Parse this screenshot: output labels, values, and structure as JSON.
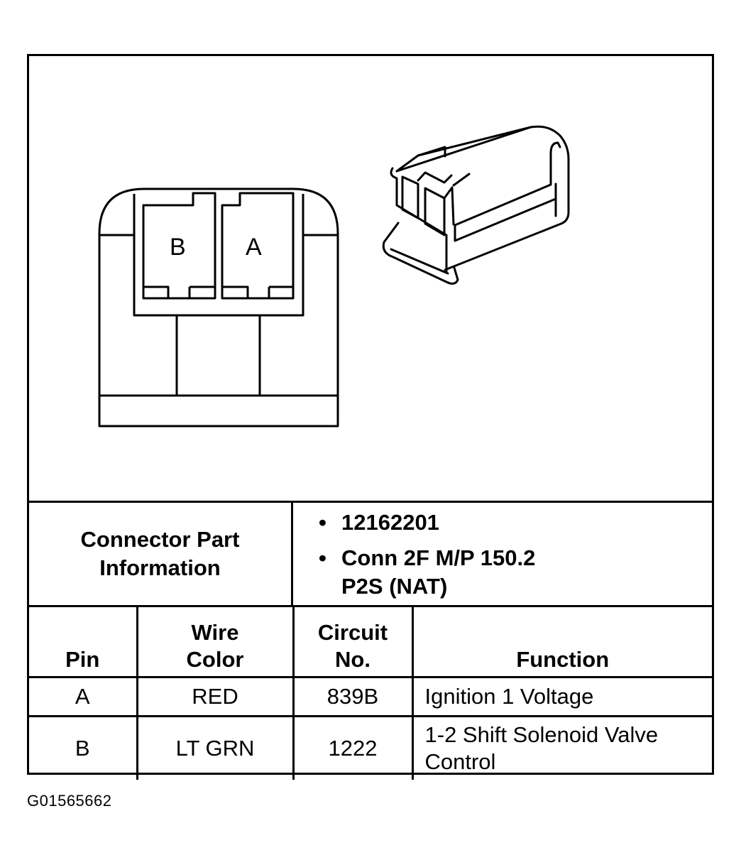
{
  "connector_face": {
    "cavity_left_label": "B",
    "cavity_right_label": "A"
  },
  "connector_info": {
    "label": "Connector Part Information",
    "items": [
      "12162201",
      "Conn 2F M/P 150.2 P2S (NAT)"
    ]
  },
  "pin_table": {
    "headers": [
      "Pin",
      "Wire Color",
      "Circuit No.",
      "Function"
    ],
    "rows": [
      {
        "pin": "A",
        "wire_color": "RED",
        "circuit": "839B",
        "function": "Ignition 1 Voltage"
      },
      {
        "pin": "B",
        "wire_color": "LT GRN",
        "circuit": "1222",
        "function": "1-2 Shift Solenoid Valve Control"
      }
    ]
  },
  "figure_code": "G01565662"
}
